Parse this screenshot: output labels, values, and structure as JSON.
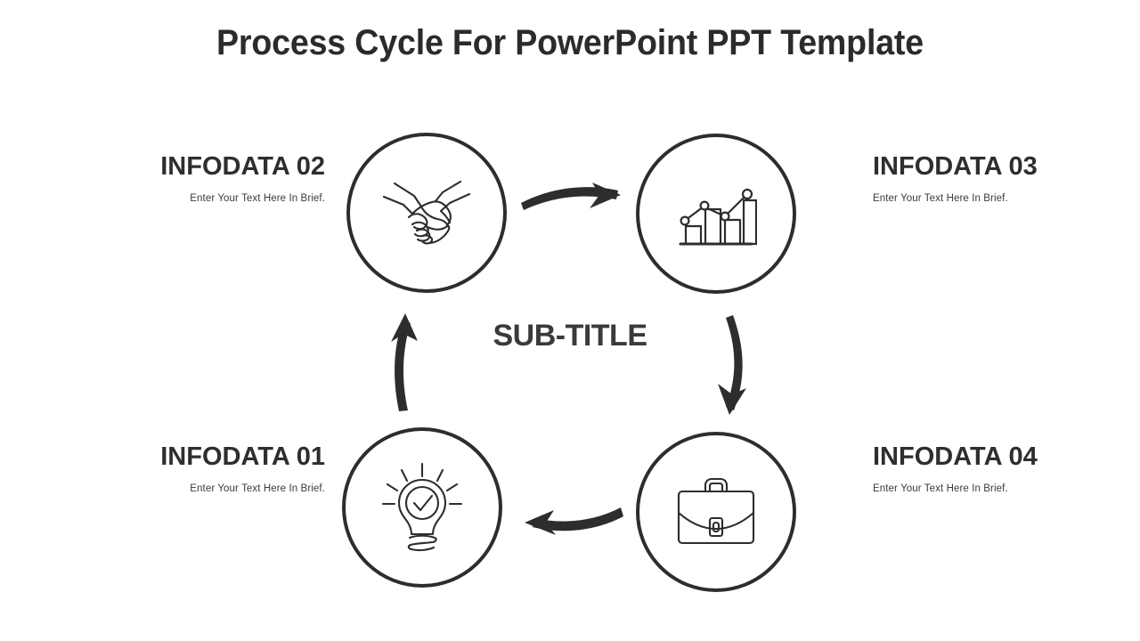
{
  "slide": {
    "title": "Process Cycle For PowerPoint PPT Template",
    "center_label": "SUB-TITLE",
    "background_color": "#ffffff",
    "ink_color": "#2d2d2d",
    "title_color": "#2b2b2b"
  },
  "nodes": [
    {
      "id": "infodata-01",
      "label": "INFODATA 01",
      "description": "Enter Your Text Here In Brief.",
      "icon": "lightbulb-check-icon",
      "position": "bottom-left"
    },
    {
      "id": "infodata-02",
      "label": "INFODATA 02",
      "description": "Enter Your Text Here In Brief.",
      "icon": "handshake-icon",
      "position": "top-left"
    },
    {
      "id": "infodata-03",
      "label": "INFODATA 03",
      "description": "Enter Your Text Here In Brief.",
      "icon": "bar-chart-growth-icon",
      "position": "top-right"
    },
    {
      "id": "infodata-04",
      "label": "INFODATA 04",
      "description": "Enter Your Text Here In Brief.",
      "icon": "briefcase-icon",
      "position": "bottom-right"
    }
  ],
  "arrows": [
    {
      "id": "arrow-top",
      "direction": "right",
      "from": "infodata-02",
      "to": "infodata-03"
    },
    {
      "id": "arrow-right",
      "direction": "down",
      "from": "infodata-03",
      "to": "infodata-04"
    },
    {
      "id": "arrow-bottom",
      "direction": "left",
      "from": "infodata-04",
      "to": "infodata-01"
    },
    {
      "id": "arrow-left",
      "direction": "up",
      "from": "infodata-01",
      "to": "infodata-02"
    }
  ]
}
